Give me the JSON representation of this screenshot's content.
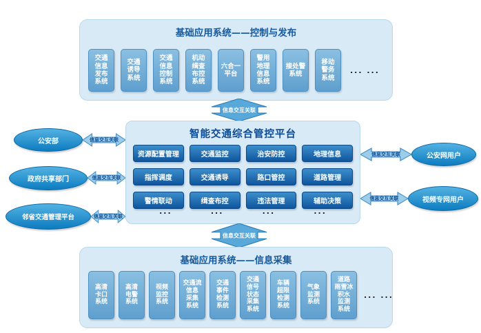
{
  "colors": {
    "panel_bg": "#d9eaf7",
    "panel_border": "#b7d7ec",
    "system_box_blue": "#6fa9d4",
    "module_button_blue": "#10559d",
    "entity_ellipse_blue": "#0d7cc0",
    "arrow_fill_light": "#9ccdeb",
    "arrow_fill_dark": "#58a9da",
    "title_blue": "#15599f"
  },
  "top_system": {
    "title": "基础应用系统——控制与发布",
    "items": [
      "交通\n信息\n发布\n系统",
      "交通\n诱导\n系统",
      "交通\n信息\n控制\n系统",
      "机动\n缉查\n布控\n系统",
      "六合一\n平台",
      "警用\n地理\n信息\n系统",
      "接处警\n系统",
      "移动\n警务\n系统"
    ],
    "ellipsis": "... ..."
  },
  "platform": {
    "title": "智能交通综合管控平台",
    "modules": [
      "资源配置管理",
      "交通监控",
      "治安防控",
      "地理信息",
      "指挥调度",
      "交通诱导",
      "路口管控",
      "道路管理",
      "警情联动",
      "缉查布控",
      "违法管理",
      "辅助决策"
    ],
    "ellipsis": [
      "...",
      "...",
      "...",
      "..."
    ]
  },
  "bottom_system": {
    "title": "基础应用系统——信息采集",
    "items": [
      "高清\n卡口\n系统",
      "高清\n电警\n系统",
      "视频\n监控\n系统",
      "交通流\n信息\n采集\n系统",
      "交通\n事件\n检测\n系统",
      "交通\n信号\n状态\n采集\n系统",
      "车辆\n超限\n检测\n系统",
      "气象\n监测\n系统",
      "道路\n雨雪冰\n积水\n监测\n系统"
    ],
    "ellipsis": "... ..."
  },
  "left_entities": [
    "公安部",
    "政府共享部门",
    "邻省交通管理平台"
  ],
  "right_entities": [
    "公安网用户",
    "视频专网用户"
  ],
  "connector_label": "信息交互关联"
}
